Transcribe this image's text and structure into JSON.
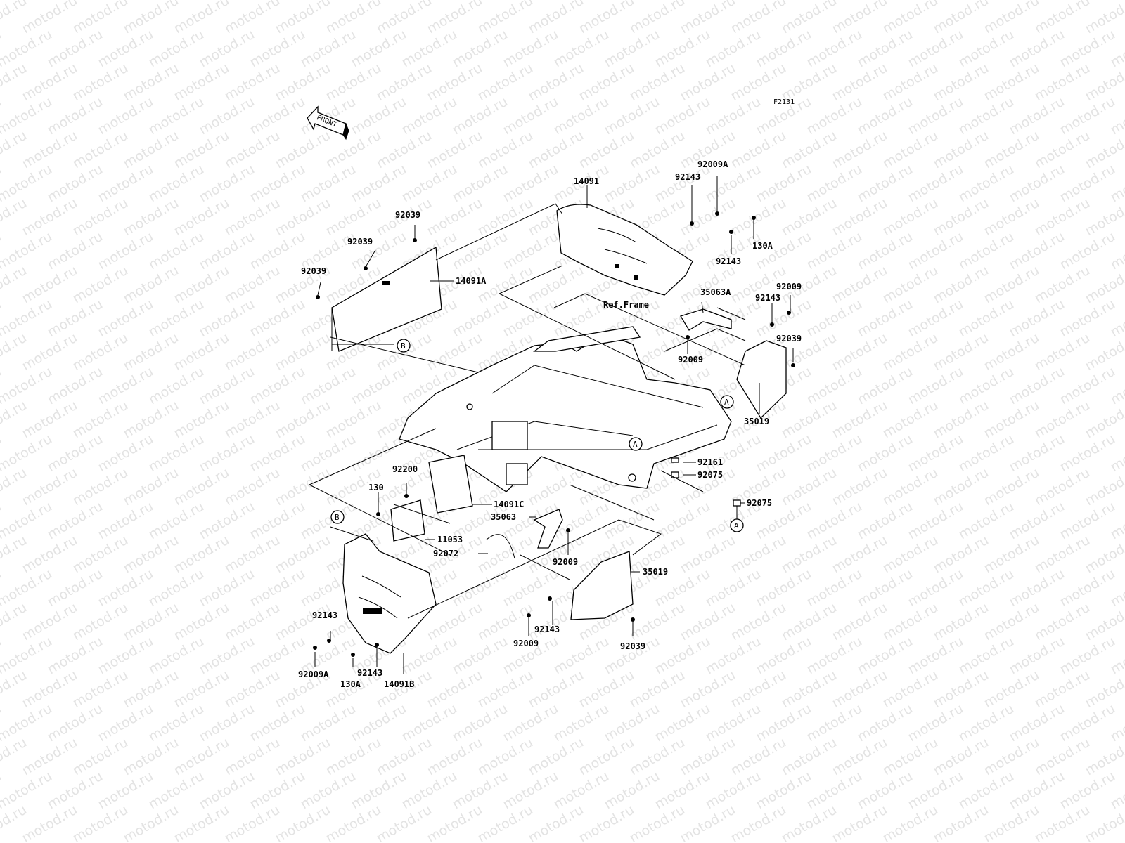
{
  "diagram": {
    "code": "F2131",
    "front_label": "FRONT",
    "ref_frame": "Ref.Frame",
    "watermark": "motod.ru",
    "labels": [
      {
        "id": "14091",
        "text": "14091"
      },
      {
        "id": "92009A-top",
        "text": "92009A"
      },
      {
        "id": "92143-top",
        "text": "92143"
      },
      {
        "id": "130A-top",
        "text": "130A"
      },
      {
        "id": "92143-top2",
        "text": "92143"
      },
      {
        "id": "92039-a",
        "text": "92039"
      },
      {
        "id": "92039-b",
        "text": "92039"
      },
      {
        "id": "92039-c",
        "text": "92039"
      },
      {
        "id": "14091A",
        "text": "14091A"
      },
      {
        "id": "35063A",
        "text": "35063A"
      },
      {
        "id": "92009-r",
        "text": "92009"
      },
      {
        "id": "92143-r",
        "text": "92143"
      },
      {
        "id": "92039-r",
        "text": "92039"
      },
      {
        "id": "92009-r2",
        "text": "92009"
      },
      {
        "id": "35019-top",
        "text": "35019"
      },
      {
        "id": "92161",
        "text": "92161"
      },
      {
        "id": "92075-a",
        "text": "92075"
      },
      {
        "id": "92075-b",
        "text": "92075"
      },
      {
        "id": "92200",
        "text": "92200"
      },
      {
        "id": "130",
        "text": "130"
      },
      {
        "id": "14091C",
        "text": "14091C"
      },
      {
        "id": "35063",
        "text": "35063"
      },
      {
        "id": "11053",
        "text": "11053"
      },
      {
        "id": "92072",
        "text": "92072"
      },
      {
        "id": "92009-m",
        "text": "92009"
      },
      {
        "id": "35019-bot",
        "text": "35019"
      },
      {
        "id": "92143-bl",
        "text": "92143"
      },
      {
        "id": "92143-bm",
        "text": "92143"
      },
      {
        "id": "92009-bm",
        "text": "92009"
      },
      {
        "id": "92039-bm",
        "text": "92039"
      },
      {
        "id": "92009A-bl",
        "text": "92009A"
      },
      {
        "id": "130A-bl",
        "text": "130A"
      },
      {
        "id": "92143-bl2",
        "text": "92143"
      },
      {
        "id": "14091B",
        "text": "14091B"
      }
    ],
    "callouts": [
      {
        "id": "B-top",
        "text": "B"
      },
      {
        "id": "A-right",
        "text": "A"
      },
      {
        "id": "A-mid",
        "text": "A"
      },
      {
        "id": "A-far",
        "text": "A"
      },
      {
        "id": "B-bot",
        "text": "B"
      }
    ]
  }
}
